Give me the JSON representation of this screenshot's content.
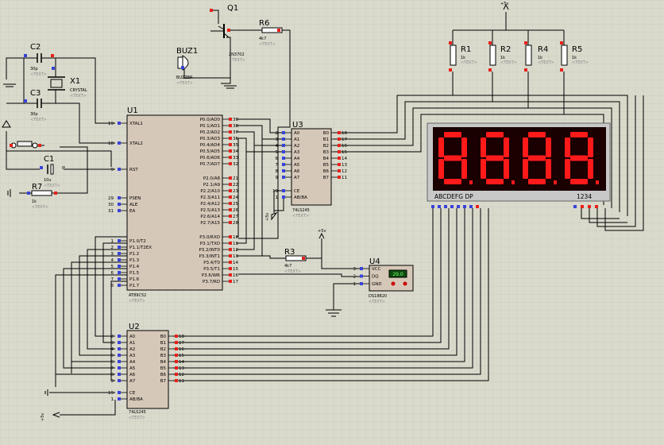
{
  "components": {
    "q1": {
      "ref": "Q1",
      "part": "2N3702"
    },
    "r6": {
      "ref": "R6",
      "value": "4k7"
    },
    "buz1": {
      "ref": "BUZ1",
      "part": "BUZZER"
    },
    "c2": {
      "ref": "C2",
      "value": "30p"
    },
    "c3": {
      "ref": "C3",
      "value": "30p"
    },
    "x1": {
      "ref": "X1",
      "part": "CRYSTAL"
    },
    "c1": {
      "ref": "C1",
      "value": "10u"
    },
    "r7": {
      "ref": "R7",
      "value": "1k"
    },
    "r1": {
      "ref": "R1",
      "value": "1k"
    },
    "r2": {
      "ref": "R2",
      "value": "1k"
    },
    "r4": {
      "ref": "R4",
      "value": "1k"
    },
    "r5": {
      "ref": "R5",
      "value": "1k"
    },
    "r3": {
      "ref": "R3",
      "value": "4k7"
    },
    "u1": {
      "ref": "U1",
      "part": "AT89C52",
      "left_pins": [
        {
          "num": "19",
          "name": "XTAL1"
        },
        {
          "num": "18",
          "name": "XTAL2"
        },
        {
          "num": "9",
          "name": "RST"
        },
        {
          "num": "29",
          "name": "PSEN"
        },
        {
          "num": "30",
          "name": "ALE"
        },
        {
          "num": "31",
          "name": "EA"
        },
        {
          "num": "1",
          "name": "P1.0/T2"
        },
        {
          "num": "2",
          "name": "P1.1/T2EX"
        },
        {
          "num": "3",
          "name": "P1.2"
        },
        {
          "num": "4",
          "name": "P1.3"
        },
        {
          "num": "5",
          "name": "P1.4"
        },
        {
          "num": "6",
          "name": "P1.5"
        },
        {
          "num": "7",
          "name": "P1.6"
        },
        {
          "num": "8",
          "name": "P1.7"
        }
      ],
      "right_pins": [
        {
          "num": "39",
          "name": "P0.0/AD0"
        },
        {
          "num": "38",
          "name": "P0.1/AD1"
        },
        {
          "num": "37",
          "name": "P0.2/AD2"
        },
        {
          "num": "36",
          "name": "P0.3/AD3"
        },
        {
          "num": "35",
          "name": "P0.4/AD4"
        },
        {
          "num": "34",
          "name": "P0.5/AD5"
        },
        {
          "num": "33",
          "name": "P0.6/AD6"
        },
        {
          "num": "32",
          "name": "P0.7/AD7"
        },
        {
          "num": "21",
          "name": "P2.0/A8"
        },
        {
          "num": "22",
          "name": "P2.1/A9"
        },
        {
          "num": "23",
          "name": "P2.2/A10"
        },
        {
          "num": "24",
          "name": "P2.3/A11"
        },
        {
          "num": "25",
          "name": "P2.4/A12"
        },
        {
          "num": "26",
          "name": "P2.5/A13"
        },
        {
          "num": "27",
          "name": "P2.6/A14"
        },
        {
          "num": "28",
          "name": "P2.7/A15"
        },
        {
          "num": "10",
          "name": "P3.0/RXD"
        },
        {
          "num": "11",
          "name": "P3.1/TXD"
        },
        {
          "num": "12",
          "name": "P3.2/INT0"
        },
        {
          "num": "13",
          "name": "P3.3/INT1"
        },
        {
          "num": "14",
          "name": "P3.4/T0"
        },
        {
          "num": "15",
          "name": "P3.5/T1"
        },
        {
          "num": "16",
          "name": "P3.6/WR"
        },
        {
          "num": "17",
          "name": "P3.7/RD"
        }
      ]
    },
    "u3": {
      "ref": "U3",
      "part": "74LS245",
      "left_pins": [
        {
          "num": "2",
          "name": "A0"
        },
        {
          "num": "3",
          "name": "A1"
        },
        {
          "num": "4",
          "name": "A2"
        },
        {
          "num": "5",
          "name": "A3"
        },
        {
          "num": "6",
          "name": "A4"
        },
        {
          "num": "7",
          "name": "A5"
        },
        {
          "num": "8",
          "name": "A6"
        },
        {
          "num": "9",
          "name": "A7"
        },
        {
          "num": "19",
          "name": "CE"
        },
        {
          "num": "1",
          "name": "AB/BA"
        }
      ],
      "right_pins": [
        {
          "num": "18",
          "name": "B0"
        },
        {
          "num": "17",
          "name": "B1"
        },
        {
          "num": "16",
          "name": "B2"
        },
        {
          "num": "15",
          "name": "B3"
        },
        {
          "num": "14",
          "name": "B4"
        },
        {
          "num": "13",
          "name": "B5"
        },
        {
          "num": "12",
          "name": "B6"
        },
        {
          "num": "11",
          "name": "B7"
        }
      ]
    },
    "u2": {
      "ref": "U2",
      "part": "74LS245",
      "left_pins": [
        {
          "num": "2",
          "name": "A0"
        },
        {
          "num": "3",
          "name": "A1"
        },
        {
          "num": "4",
          "name": "A2"
        },
        {
          "num": "5",
          "name": "A3"
        },
        {
          "num": "6",
          "name": "A4"
        },
        {
          "num": "7",
          "name": "A5"
        },
        {
          "num": "8",
          "name": "A6"
        },
        {
          "num": "9",
          "name": "A7"
        },
        {
          "num": "19",
          "name": "CE"
        },
        {
          "num": "1",
          "name": "AB/BA"
        }
      ],
      "right_pins": [
        {
          "num": "18",
          "name": "B0"
        },
        {
          "num": "17",
          "name": "B1"
        },
        {
          "num": "16",
          "name": "B2"
        },
        {
          "num": "15",
          "name": "B3"
        },
        {
          "num": "14",
          "name": "B4"
        },
        {
          "num": "13",
          "name": "B5"
        },
        {
          "num": "12",
          "name": "B6"
        },
        {
          "num": "11",
          "name": "B7"
        }
      ]
    },
    "u4": {
      "ref": "U4",
      "part": "DS18B20",
      "reading": "29.0",
      "pins": [
        {
          "num": "3",
          "name": "VCC"
        },
        {
          "num": "2",
          "name": "DQ"
        },
        {
          "num": "1",
          "name": "GND"
        }
      ]
    },
    "display": {
      "digits": "8888",
      "segment_label": "ABCDEFG DP",
      "digit_label": "1234",
      "segment_color": "#ff1a1a",
      "background_color": "#1a0000"
    }
  },
  "power_labels": {
    "vcc_top": "+5v",
    "vcc_u4": "+5v",
    "vcc_u3": "+5v",
    "vcc_u2": "+5v"
  },
  "placeholder_text": "<TEXT>",
  "colors": {
    "background": "#d9d9cc",
    "wire": "#000000",
    "chip_body": "#d6c8b8",
    "pin_red": "#e8211b",
    "pin_blue": "#3a42d8"
  }
}
